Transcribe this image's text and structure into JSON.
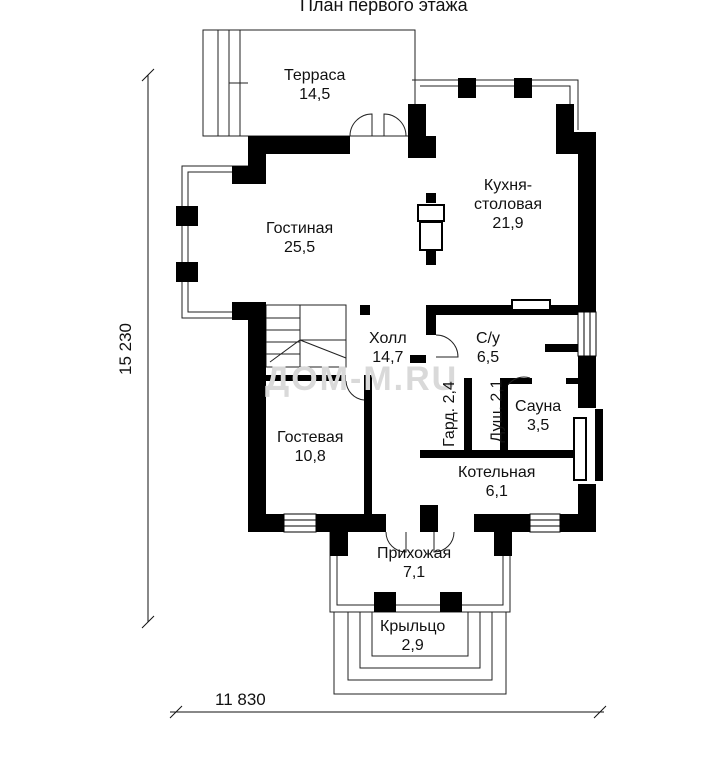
{
  "title": "План первого этажа",
  "watermark": "ДОМ-М.RU",
  "dimensions": {
    "width": "11 830",
    "height": "15 230"
  },
  "rooms": {
    "terrace": {
      "name": "Терраса",
      "area": "14,5"
    },
    "living": {
      "name": "Гостиная",
      "area": "25,5"
    },
    "kitchen": {
      "name1": "Кухня-",
      "name2": "столовая",
      "area": "21,9"
    },
    "hall": {
      "name": "Холл",
      "area": "14,7"
    },
    "bath": {
      "name": "С/у",
      "area": "6,5"
    },
    "wardrobe": {
      "name": "Гард.",
      "area": "2,4"
    },
    "shower": {
      "name": "Душ.",
      "area": "2,1"
    },
    "sauna": {
      "name": "Сауна",
      "area": "3,5"
    },
    "guest": {
      "name": "Гостевая",
      "area": "10,8"
    },
    "boiler": {
      "name": "Котельная",
      "area": "6,1"
    },
    "entry": {
      "name": "Прихожая",
      "area": "7,1"
    },
    "porch": {
      "name": "Крыльцо",
      "area": "2,9"
    }
  },
  "colors": {
    "wall": "#000000",
    "thin_line": "#444444",
    "watermark": "#d9d9d9"
  }
}
